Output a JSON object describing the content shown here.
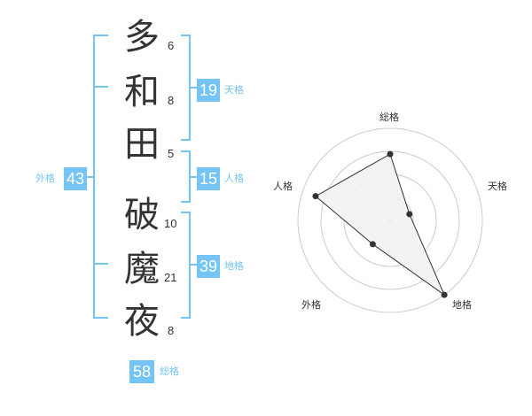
{
  "name": {
    "characters": [
      {
        "char": "多",
        "strokes": "6"
      },
      {
        "char": "和",
        "strokes": "8"
      },
      {
        "char": "田",
        "strokes": "5"
      },
      {
        "char": "破",
        "strokes": "10"
      },
      {
        "char": "魔",
        "strokes": "21"
      },
      {
        "char": "夜",
        "strokes": "8"
      }
    ]
  },
  "fortunes": {
    "tenkaku": {
      "value": "19",
      "label": "天格"
    },
    "jinkaku": {
      "value": "15",
      "label": "人格"
    },
    "chikaku": {
      "value": "39",
      "label": "地格"
    },
    "gaikaku": {
      "value": "43",
      "label": "外格"
    },
    "soukaku": {
      "value": "58",
      "label": "総格"
    }
  },
  "chart_data": {
    "type": "radar",
    "axes": [
      "総格",
      "天格",
      "地格",
      "外格",
      "人格"
    ],
    "levels": 4,
    "values": [
      0.72,
      0.22,
      1.0,
      0.32,
      0.85
    ],
    "colors": {
      "fill": "#f2f2f2",
      "stroke": "#333333",
      "grid": "#cccccc"
    }
  },
  "colors": {
    "accent": "#74c5f5",
    "bracket": "#74c5f5"
  }
}
